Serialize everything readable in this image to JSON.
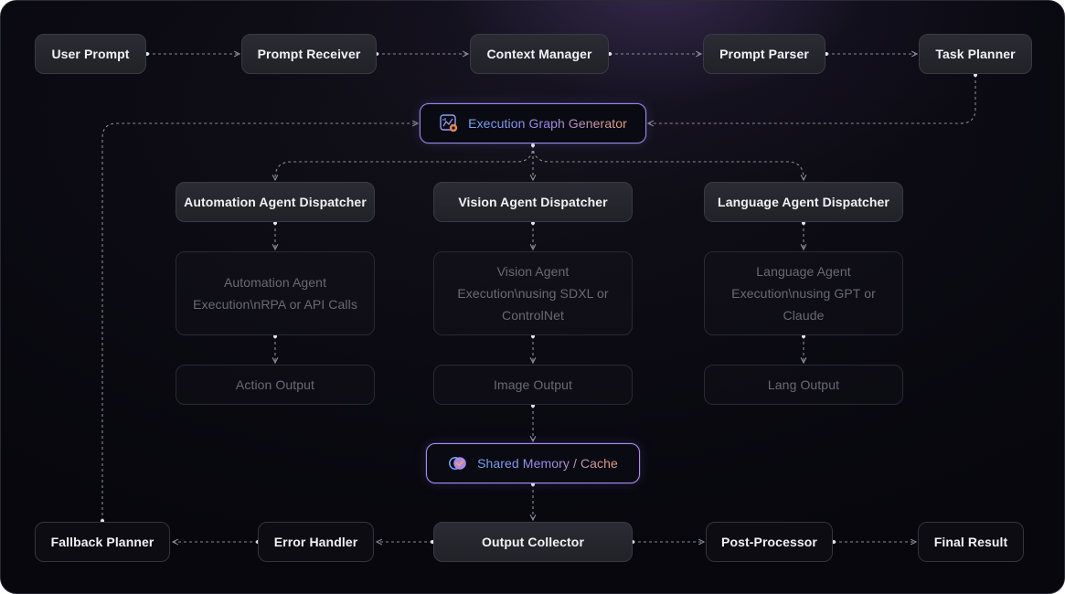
{
  "nodes": {
    "user_prompt": "User Prompt",
    "prompt_receiver": "Prompt Receiver",
    "context_manager": "Context Manager",
    "prompt_parser": "Prompt Parser",
    "task_planner": "Task Planner",
    "execution_graph_generator": "Execution Graph Generator",
    "automation_dispatcher": "Automation Agent Dispatcher",
    "vision_dispatcher": "Vision Agent Dispatcher",
    "language_dispatcher": "Language Agent Dispatcher",
    "automation_execution": "Automation Agent Execution\\nRPA or API Calls",
    "vision_execution": "Vision Agent Execution\\nusing SDXL or ControlNet",
    "language_execution": "Language Agent Execution\\nusing GPT or Claude",
    "action_output": "Action Output",
    "image_output": "Image Output",
    "lang_output": "Lang Output",
    "shared_memory": "Shared Memory / Cache",
    "output_collector": "Output Collector",
    "error_handler": "Error Handler",
    "fallback_planner": "Fallback Planner",
    "post_processor": "Post-Processor",
    "final_result": "Final Result"
  },
  "icons": {
    "execution_graph_generator": "graph-gear-icon",
    "shared_memory": "memory-check-icon"
  },
  "colors": {
    "accent_blue": "#6fa6f2",
    "accent_purple": "#9d8cec",
    "accent_orange": "#e7a07a",
    "edge": "#8a8a96"
  }
}
